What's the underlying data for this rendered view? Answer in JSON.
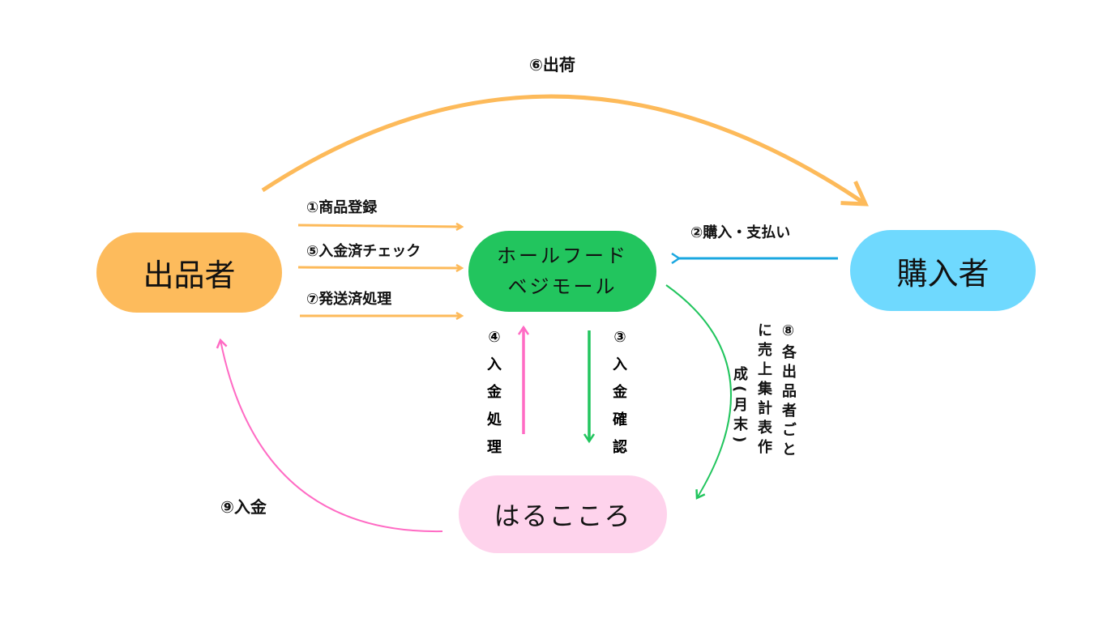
{
  "nodes": {
    "seller": {
      "label": "出品者",
      "color": "#FDBB5C"
    },
    "mall": {
      "line1": "ホールフード",
      "line2": "ベジモール",
      "color": "#22C55E"
    },
    "buyer": {
      "label": "購入者",
      "color": "#6FD9FE"
    },
    "harukokoro": {
      "label": "はるこころ",
      "color": "#FED3EC"
    }
  },
  "steps": {
    "s1": "①商品登録",
    "s2": "②購入・支払い",
    "s3": [
      "③",
      "入",
      "金",
      "確",
      "認"
    ],
    "s4": [
      "④",
      "入",
      "金",
      "処",
      "理"
    ],
    "s5": "⑤入金済チェック",
    "s6": "⑥出荷",
    "s7": "⑦発送済処理",
    "s8": {
      "col1": "⑧各出品者ごと",
      "col2": "に売上集計表作",
      "col3": "成(月末)"
    },
    "s9": "⑨入金"
  },
  "colors": {
    "orange": "#FDBA5A",
    "blue": "#1AA7E0",
    "green": "#22C55E",
    "pink": "#FF6BC4"
  }
}
